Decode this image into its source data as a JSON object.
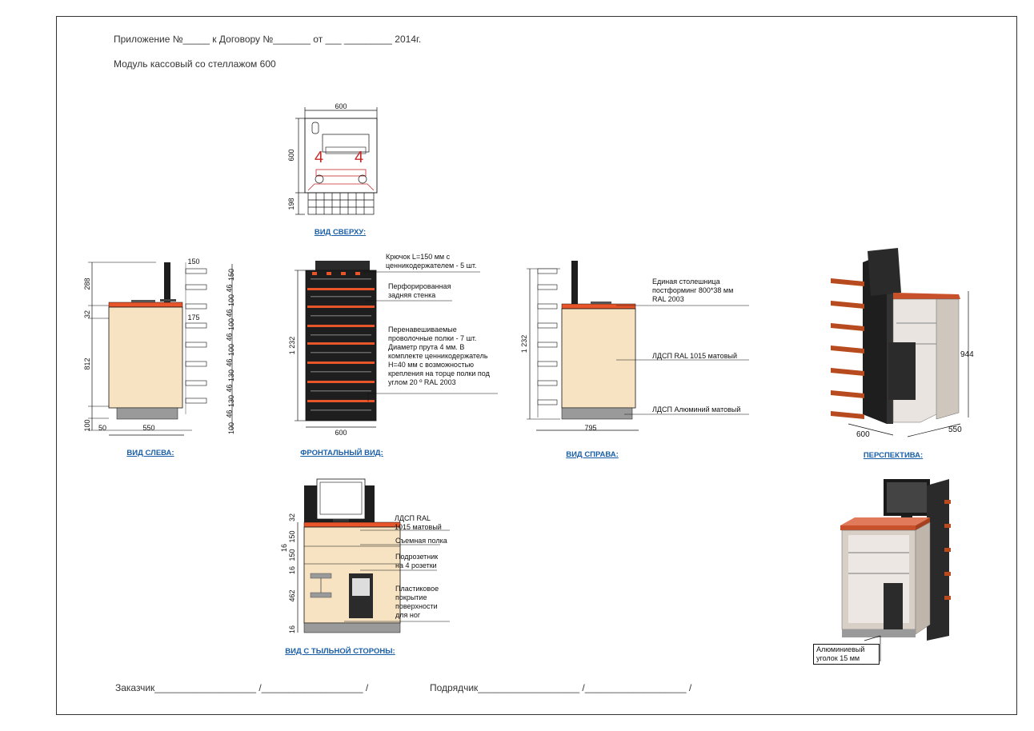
{
  "header": {
    "line1": "Приложение №_____ к Договору №_______ от ___  _________ 2014г.",
    "line2": "Модуль кассовый со стеллажом 600"
  },
  "captions": {
    "top": "ВИД СВЕРХУ:",
    "left": "ВИД СЛЕВА:",
    "front": "ФРОНТАЛЬНЫЙ ВИД:",
    "right": "ВИД СПРАВА:",
    "perspective": "ПЕРСПЕКТИВА:",
    "back": "ВИД С ТЫЛЬНОЙ СТОРОНЫ:"
  },
  "dims": {
    "top": {
      "w": "600",
      "h": "600",
      "h2": "198"
    },
    "left": {
      "w": "550",
      "top": "288",
      "d32": "32",
      "d812": "812",
      "d100": "100",
      "d50": "50",
      "d150": "150",
      "d175": "175",
      "stack": [
        "150",
        "46",
        "100",
        "46",
        "100",
        "46",
        "100",
        "46",
        "130",
        "46",
        "130",
        "46",
        "100"
      ]
    },
    "front": {
      "h": "1 232",
      "w": "600"
    },
    "right": {
      "h": "1 232",
      "w": "795"
    },
    "persp": {
      "h": "944",
      "w": "600",
      "d": "550"
    },
    "back": {
      "d32": "32",
      "d150a": "150",
      "d16a": "16",
      "d150b": "150",
      "d16b": "16",
      "d462": "462",
      "d16c": "16"
    }
  },
  "notes": {
    "hooks": "Крючок L=150 мм с ценникодержателем - 5 шт.",
    "perforated": "Перфорированная задняя стенка",
    "shelves": "Перенавешиваемые проволочные полки - 7 шт. Диаметр прута 4 мм. В комплекте ценникодержатель Н=40 мм с возможностью крепления на торце полки под углом 20 º RAL 2003",
    "worktop": "Единая столешница постформинг 800*38 мм RAL 2003",
    "ldsp1015": "ЛДСП RAL 1015 матовый",
    "ldspAl": "ЛДСП Алюминий матовый",
    "backLdsp": "ЛДСП RAL 1015 матовый",
    "removable": "Съемная полка",
    "socket": "Подрозетник на 4 розетки",
    "plastic": "Пластиковое покрытие поверхности для ног",
    "corner": "Алюминиевый уголок 15 мм"
  },
  "signatures": {
    "customer": "Заказчик___________________ /___________________ /",
    "contractor": "Подрядчик___________________ /___________________ /"
  },
  "colors": {
    "beige": "#f7e3c2",
    "orange": "#e8552a",
    "dark": "#1e1e1e",
    "grey": "#9a9a9a",
    "caption": "#1a5fa8"
  }
}
